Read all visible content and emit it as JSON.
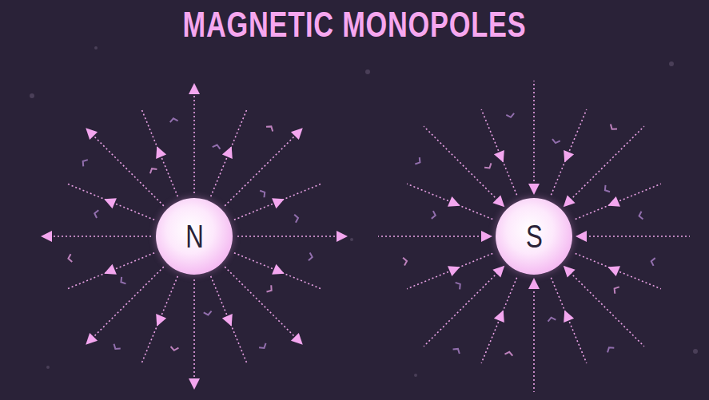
{
  "diagram": {
    "title": "MAGNETIC MONOPOLES",
    "nodes": [
      {
        "text": [
          "N"
        ]
      },
      {
        "text": [
          "S"
        ]
      }
    ]
  }
}
